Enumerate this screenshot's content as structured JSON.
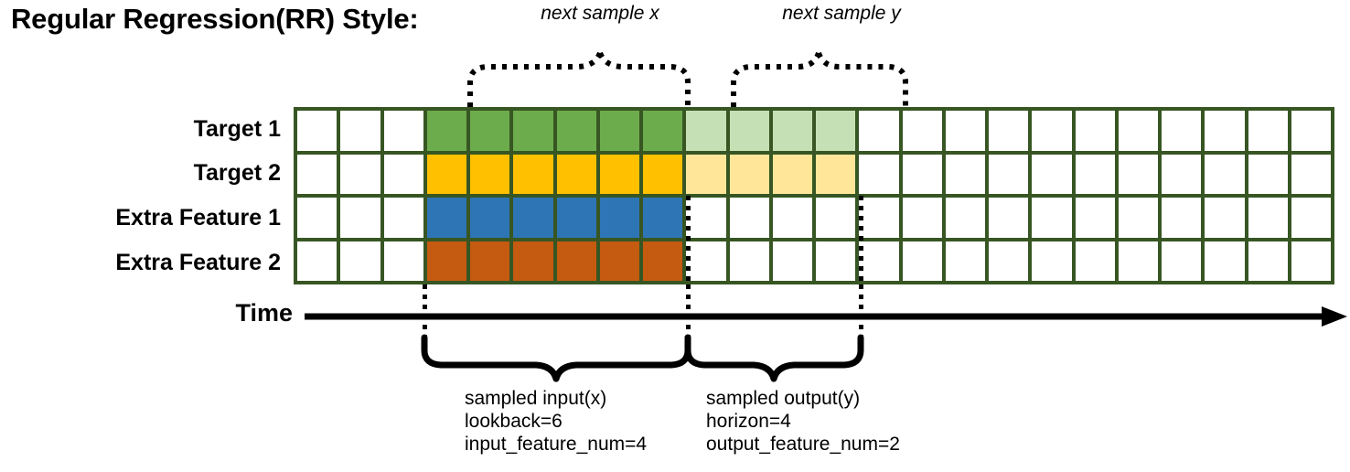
{
  "title": "Regular Regression(RR) Style:",
  "colors": {
    "grid_border": "#375623",
    "target1": "#6DAC4C",
    "target1_light": "#C5E0B4",
    "target2": "#FFC000",
    "target2_light": "#FFE699",
    "extra1": "#2E75B6",
    "extra2": "#C55A11",
    "empty": "#FFFFFF",
    "ink": "#000000"
  },
  "top_braces": [
    {
      "label": "next sample x"
    },
    {
      "label": "next sample y"
    }
  ],
  "axis": {
    "label": "Time",
    "arrow": "right-arrow-icon"
  },
  "grid": {
    "columns": 24,
    "rows": [
      {
        "label": "Target 1",
        "cells": [
          "empty",
          "empty",
          "empty",
          "target1",
          "target1",
          "target1",
          "target1",
          "target1",
          "target1",
          "target1_light",
          "target1_light",
          "target1_light",
          "target1_light",
          "empty",
          "empty",
          "empty",
          "empty",
          "empty",
          "empty",
          "empty",
          "empty",
          "empty",
          "empty",
          "empty"
        ]
      },
      {
        "label": "Target 2",
        "cells": [
          "empty",
          "empty",
          "empty",
          "target2",
          "target2",
          "target2",
          "target2",
          "target2",
          "target2",
          "target2_light",
          "target2_light",
          "target2_light",
          "target2_light",
          "empty",
          "empty",
          "empty",
          "empty",
          "empty",
          "empty",
          "empty",
          "empty",
          "empty",
          "empty",
          "empty"
        ]
      },
      {
        "label": "Extra Feature 1",
        "cells": [
          "empty",
          "empty",
          "empty",
          "extra1",
          "extra1",
          "extra1",
          "extra1",
          "extra1",
          "extra1",
          "empty",
          "empty",
          "empty",
          "empty",
          "empty",
          "empty",
          "empty",
          "empty",
          "empty",
          "empty",
          "empty",
          "empty",
          "empty",
          "empty",
          "empty"
        ]
      },
      {
        "label": "Extra Feature 2",
        "cells": [
          "empty",
          "empty",
          "empty",
          "extra2",
          "extra2",
          "extra2",
          "extra2",
          "extra2",
          "extra2",
          "empty",
          "empty",
          "empty",
          "empty",
          "empty",
          "empty",
          "empty",
          "empty",
          "empty",
          "empty",
          "empty",
          "empty",
          "empty",
          "empty",
          "empty"
        ]
      }
    ]
  },
  "bottom_braces": [
    {
      "title": "sampled input(x)",
      "line2": "lookback=6",
      "line3": "input_feature_num=4"
    },
    {
      "title": "sampled output(y)",
      "line2": "horizon=4",
      "line3": "output_feature_num=2"
    }
  ]
}
